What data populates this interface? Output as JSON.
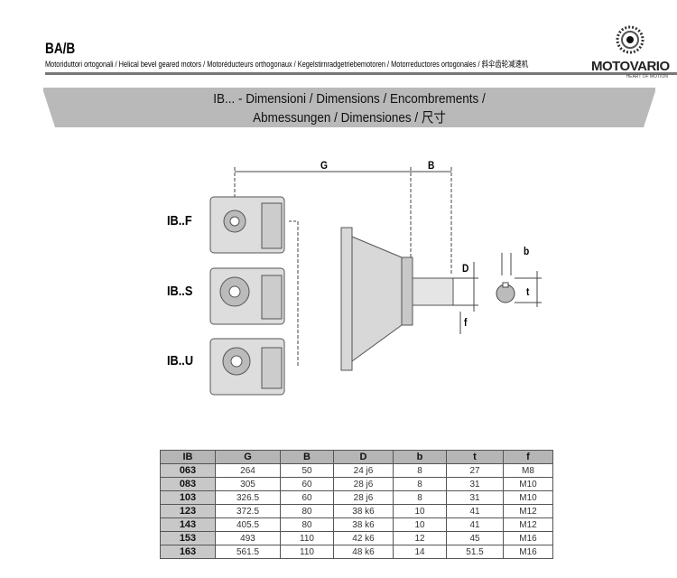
{
  "header": {
    "title": "BA/B",
    "subtitle": "Motoriduttori ortogonali / Helical bevel geared motors / Motoréducteurs orthogonaux / Kegelstirnradgetriebemotoren / Motorreductores ortogonales / 斜伞齿轮减速机",
    "logo": {
      "name": "MOTOVARIO",
      "tagline": "HEART OF MOTION"
    }
  },
  "banner": {
    "line1": "IB... - Dimensioni / Dimensions / Encombrements /",
    "line2": "Abmessungen / Dimensiones / 尺寸"
  },
  "diagram": {
    "variants": [
      "IB..F",
      "IB..S",
      "IB..U"
    ],
    "dims": {
      "G": "G",
      "B": "B",
      "D": "D",
      "f": "f",
      "b": "b",
      "t": "t"
    }
  },
  "table": {
    "headers": [
      "IB",
      "G",
      "B",
      "D",
      "b",
      "t",
      "f"
    ],
    "rows": [
      [
        "063",
        "264",
        "50",
        "24 j6",
        "8",
        "27",
        "M8"
      ],
      [
        "083",
        "305",
        "60",
        "28 j6",
        "8",
        "31",
        "M10"
      ],
      [
        "103",
        "326.5",
        "60",
        "28 j6",
        "8",
        "31",
        "M10"
      ],
      [
        "123",
        "372.5",
        "80",
        "38 k6",
        "10",
        "41",
        "M12"
      ],
      [
        "143",
        "405.5",
        "80",
        "38 k6",
        "10",
        "41",
        "M12"
      ],
      [
        "153",
        "493",
        "110",
        "42 k6",
        "12",
        "45",
        "M16"
      ],
      [
        "163",
        "561.5",
        "110",
        "48 k6",
        "14",
        "51.5",
        "M16"
      ]
    ]
  }
}
